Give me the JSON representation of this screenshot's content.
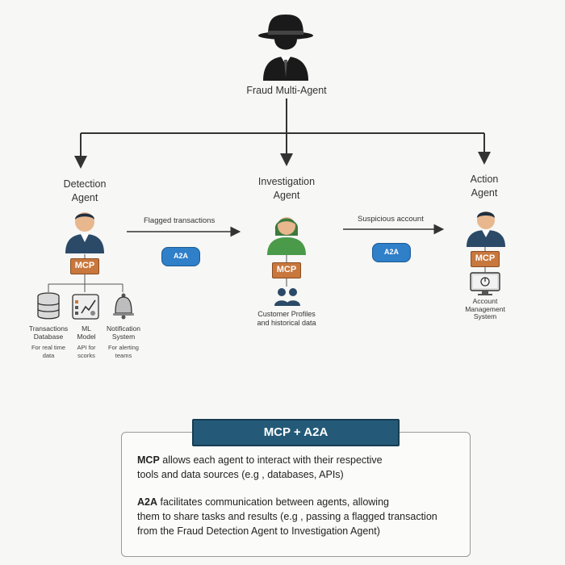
{
  "top_agent": {
    "label": "Fraud Multi-Agent",
    "icon": "spy-icon"
  },
  "agents": {
    "detection": {
      "label_line1": "Detection",
      "label_line2": "Agent",
      "mcp": "MCP"
    },
    "investigation": {
      "label_line1": "Investigation",
      "label_line2": "Agent",
      "mcp": "MCP"
    },
    "action": {
      "label_line1": "Action",
      "label_line2": "Agent",
      "mcp": "MCP"
    }
  },
  "flows": {
    "flagged": {
      "label": "Flagged transactions",
      "badge": "A2A"
    },
    "suspicious": {
      "label": "Suspicious account",
      "badge": "A2A"
    }
  },
  "detection_tools": {
    "db": {
      "title_line1": "Transactions",
      "title_line2": "Database",
      "desc_line1": "For real time",
      "desc_line2": "data"
    },
    "ml": {
      "title_line1": "ML",
      "title_line2": "Model",
      "desc_line1": "API for",
      "desc_line2": "scorks"
    },
    "notify": {
      "title_line1": "Notification",
      "title_line2": "System",
      "desc_line1": "For alerting",
      "desc_line2": "teams"
    }
  },
  "investigation_tool": {
    "line1": "Customer Profiles",
    "line2": "and historical data"
  },
  "action_tool": {
    "line1": "Account",
    "line2": "Management",
    "line3": "System"
  },
  "info": {
    "title": "MCP + A2A",
    "p1_bold": "MCP",
    "p1_rest_line1": " allows each agent to interact with their respective",
    "p1_line2": "tools and data sources (e.g , databases, APIs)",
    "p2_bold": "A2A",
    "p2_rest_line1": " facilitates communication between agents, allowing",
    "p2_line2": "them to share tasks and results (e.g , passing a flagged transaction",
    "p2_line3": "from the Fraud Detection Agent to Investigation Agent)"
  },
  "colors": {
    "mcp": "#c8773d",
    "a2a": "#2f7fc9",
    "title_bar": "#245a78",
    "agent_shirt": "#2b4a68",
    "investigator_shirt": "#4a9a4a"
  }
}
